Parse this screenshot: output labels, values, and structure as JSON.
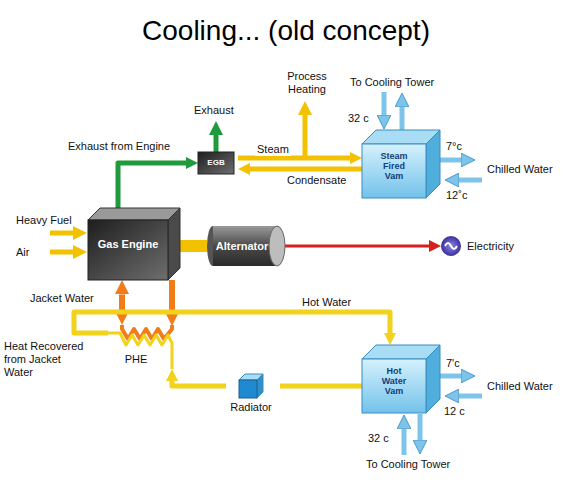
{
  "diagram": {
    "title": "Cooling... (old concept)",
    "nodes": [
      {
        "text": [
          "Gas Engine"
        ]
      },
      {
        "text": [
          "Alternator"
        ]
      },
      {
        "text": [
          "EGB"
        ]
      },
      {
        "text": [
          "Steam Fired Vam"
        ]
      },
      {
        "text": [
          "Electricity"
        ]
      },
      {
        "text": [
          "PHE"
        ]
      },
      {
        "text": [
          "Radiator"
        ]
      },
      {
        "text": [
          "Hot Water Vam"
        ]
      }
    ],
    "edges": [
      {
        "from": 0,
        "to": 2,
        "arrow": "to",
        "label": "Exhaust from Engine"
      },
      {
        "from": 0,
        "to": 1,
        "arrow": "none"
      },
      {
        "from": 1,
        "to": 4,
        "arrow": "to"
      },
      {
        "from": 2,
        "to": 3,
        "arrow": "to",
        "label": "Steam"
      },
      {
        "from": 3,
        "to": 2,
        "arrow": "to",
        "label": "Condensate"
      },
      {
        "from": 0,
        "to": 5,
        "arrow": "both"
      },
      {
        "from": 5,
        "to": 7,
        "arrow": "to",
        "label": "Hot Water"
      },
      {
        "from": 7,
        "to": 6,
        "arrow": "none"
      },
      {
        "from": 6,
        "to": 5,
        "arrow": "to"
      }
    ],
    "labels": [
      "Heavy Fuel",
      "Air",
      "Exhaust",
      "Process Heating",
      "To Cooling Tower",
      "32 c",
      "7°c",
      "12˚c",
      "Chilled Water",
      "Jacket Water",
      "Heat Recovered from Jacket Water",
      "7'c",
      "12 c",
      "Chilled Water",
      "32 c",
      "To Cooling Tower"
    ]
  }
}
